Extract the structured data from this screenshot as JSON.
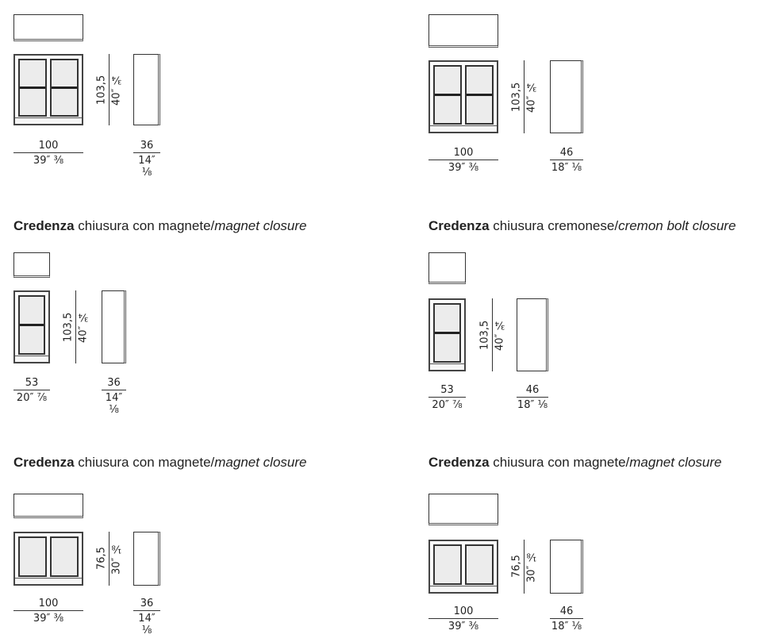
{
  "headings": [
    {
      "bold": "Credenza",
      "normal": " chiusura con magnete/",
      "italic": "magnet closure"
    },
    {
      "bold": "Credenza",
      "normal": " chiusura cremonese/",
      "italic": "cremon bolt closure"
    },
    {
      "bold": "Credenza",
      "normal": " chiusura con magnete/",
      "italic": "magnet closure"
    },
    {
      "bold": "Credenza",
      "normal": " chiusura con magnete/",
      "italic": "magnet closure"
    }
  ],
  "units": [
    {
      "doors": 2,
      "shelf": true,
      "height_cm": "103,5",
      "height_in": "40″ ¾",
      "width_cm": "100",
      "width_in": "39″ ⅜",
      "depth_cm": "36",
      "depth_in": "14″ ⅛"
    },
    {
      "doors": 2,
      "shelf": true,
      "height_cm": "103,5",
      "height_in": "40″ ¾",
      "width_cm": "100",
      "width_in": "39″ ⅜",
      "depth_cm": "46",
      "depth_in": "18″ ⅛"
    },
    {
      "doors": 1,
      "shelf": true,
      "height_cm": "103,5",
      "height_in": "40″ ¾",
      "width_cm": "53",
      "width_in": "20″ ⅞",
      "depth_cm": "36",
      "depth_in": "14″ ⅛"
    },
    {
      "doors": 1,
      "shelf": true,
      "height_cm": "103,5",
      "height_in": "40″ ¾",
      "width_cm": "53",
      "width_in": "20″ ⅞",
      "depth_cm": "46",
      "depth_in": "18″ ⅛"
    },
    {
      "doors": 2,
      "shelf": false,
      "height_cm": "76,5",
      "height_in": "30″ ⅛",
      "width_cm": "100",
      "width_in": "39″ ⅜",
      "depth_cm": "36",
      "depth_in": "14″ ⅛"
    },
    {
      "doors": 2,
      "shelf": false,
      "height_cm": "76,5",
      "height_in": "30″ ⅛",
      "width_cm": "100",
      "width_in": "39″ ⅜",
      "depth_cm": "46",
      "depth_in": "18″ ⅛"
    }
  ]
}
